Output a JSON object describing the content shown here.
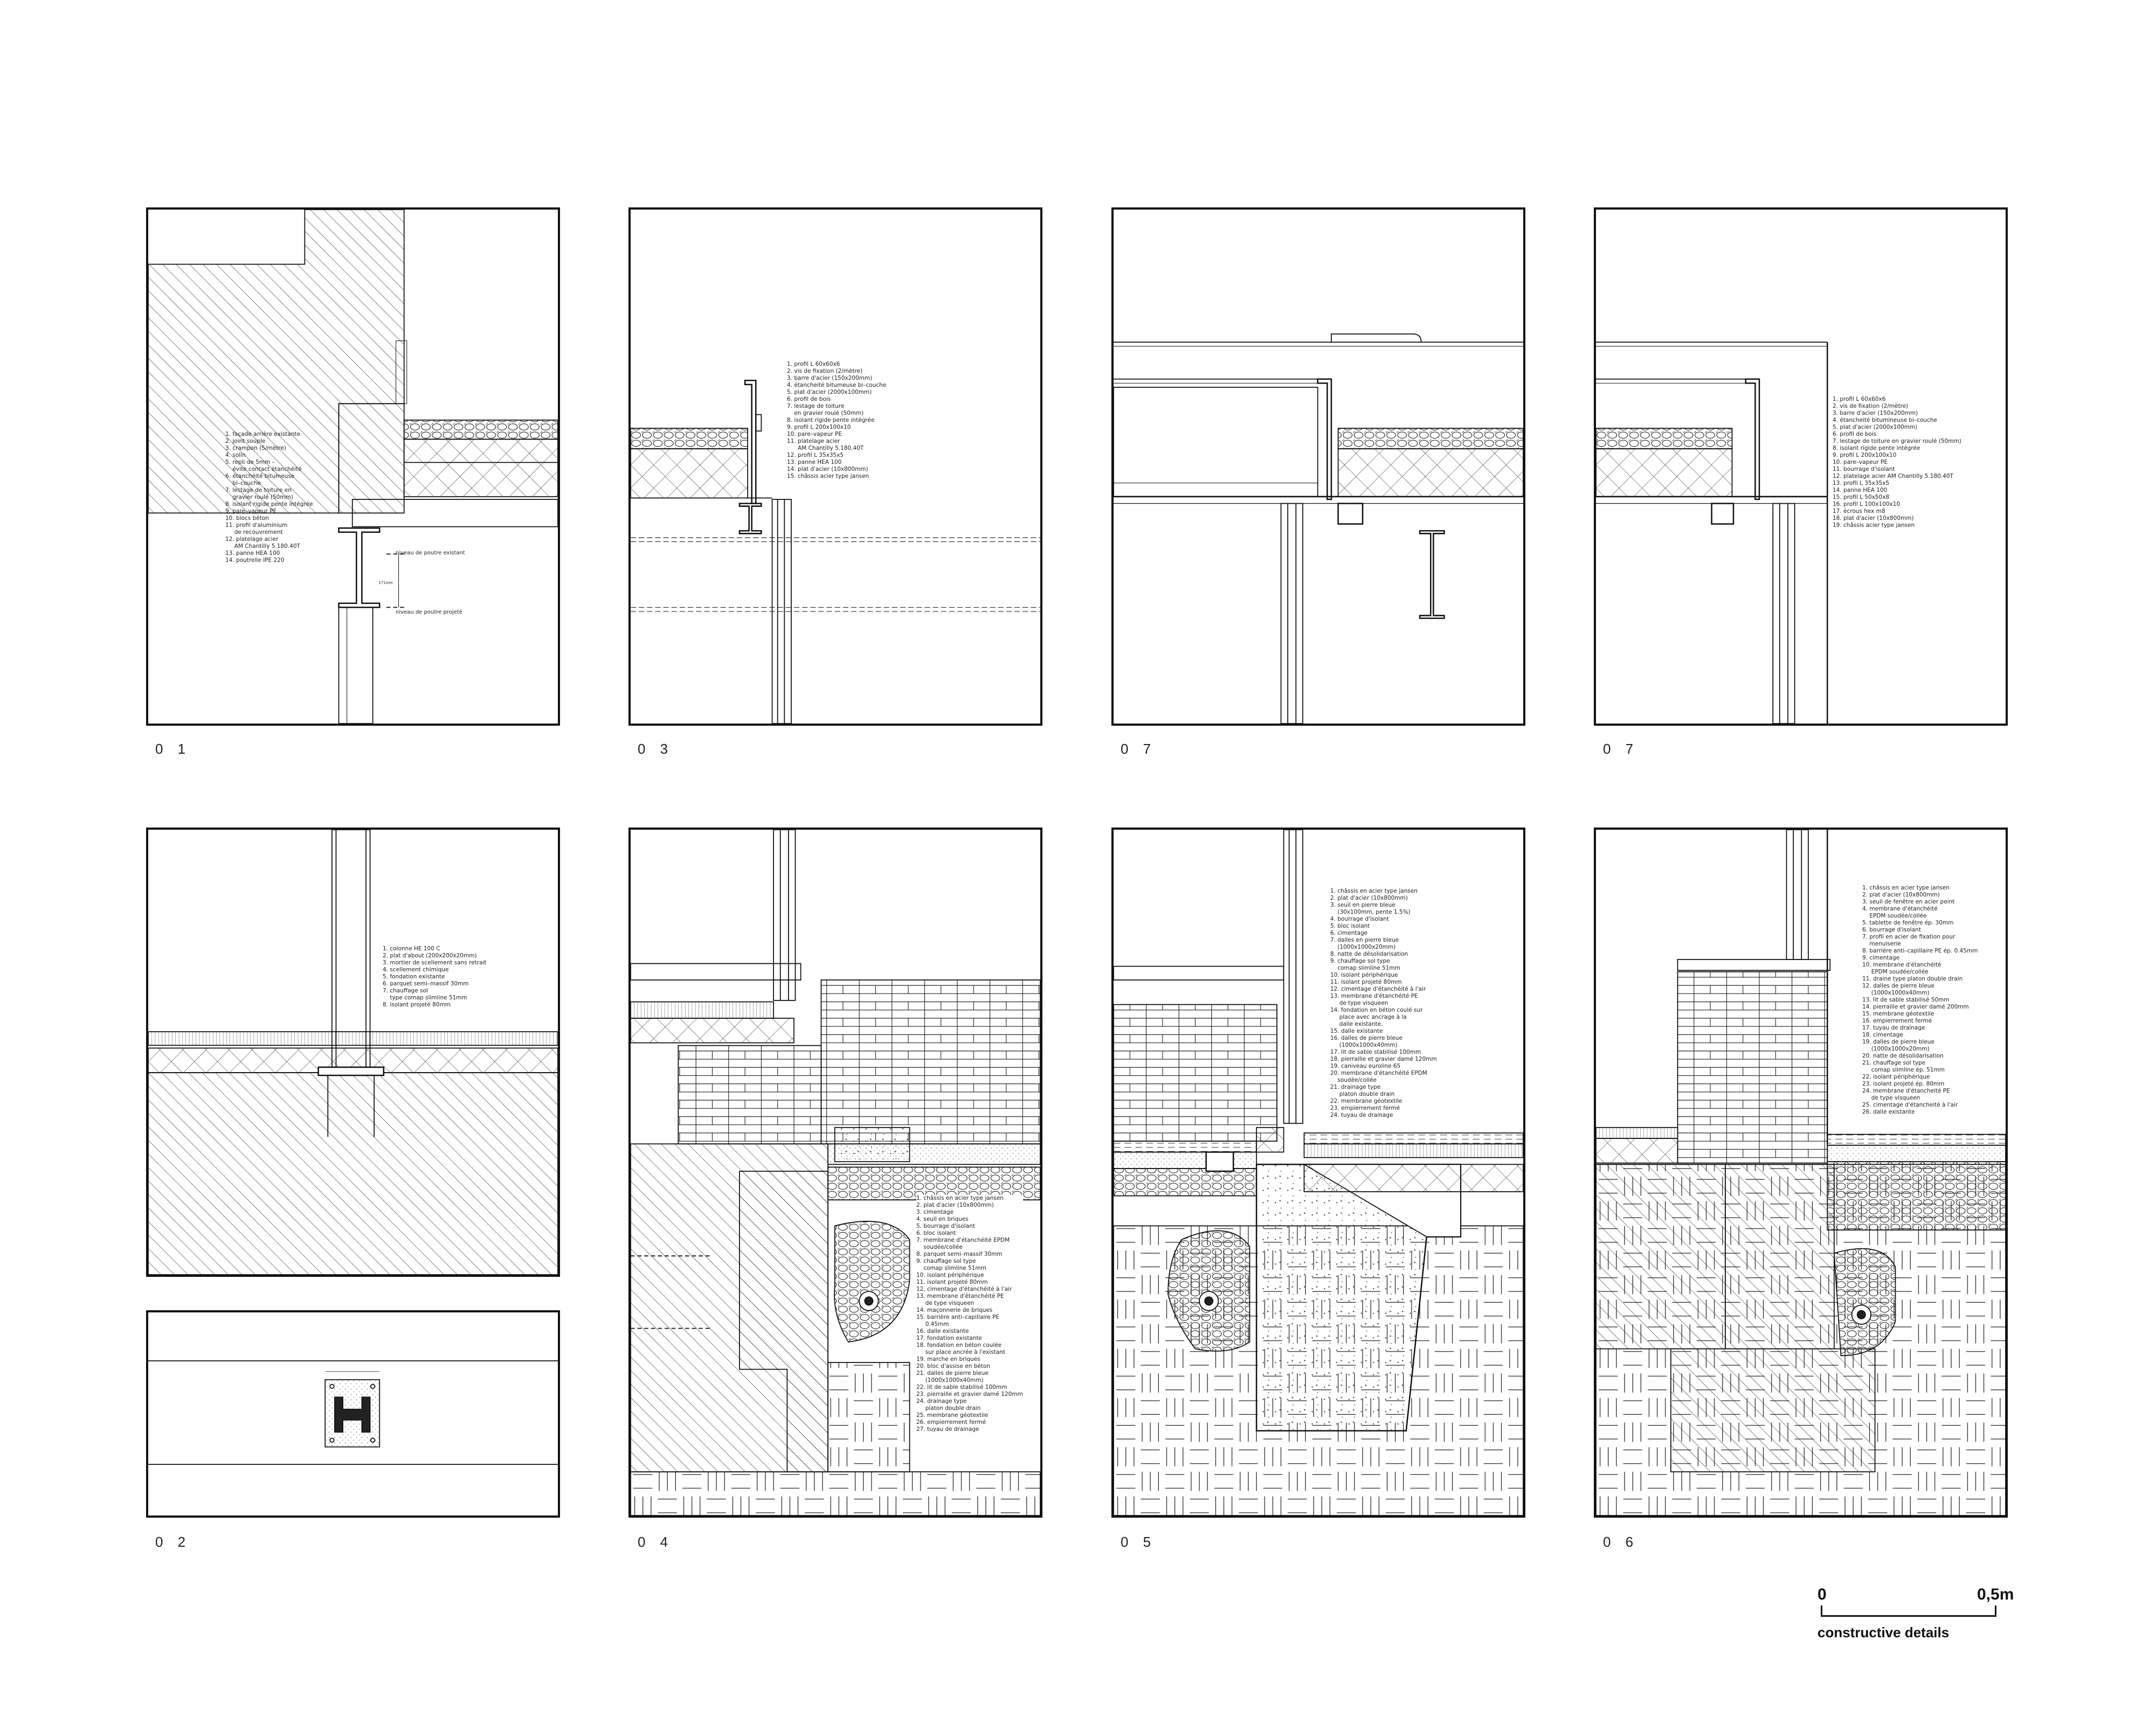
{
  "panels": {
    "p01": {
      "label": "0 1",
      "legend": [
        "1. façade arrière existante",
        "2. joint souple",
        "3. crampon (5/mètre)",
        "4. solin",
        "5. repli de 5mm –",
        "    évite contact étanchéité",
        "6. étanchéité bitumeuse",
        "    bi–couche",
        "7. lestage de toiture en",
        "    gravier roulé (50mm)",
        "8. isolant rigide pente intégrée",
        "9. pare–vapeur PE",
        "10. blocs béton",
        "11. profil d'aluminium",
        "     de recouvrement",
        "12. platelage acier",
        "     AM Chantilly 5.180.40T",
        "13. panne HEA 100",
        "14. poutrelle IPE 220"
      ],
      "notes": {
        "existing": "niveau de poutre existant",
        "projected": "niveau de poutre projeté",
        "dim": "171mm"
      }
    },
    "p03": {
      "label": "0 3",
      "legend": [
        "1. profil L 60x60x6",
        "2. vis de fixation (2/mètre)",
        "3. barre d'acier (150x200mm)",
        "4. étancheité bitumeuse bi–couche",
        "5. plat d'acier (2000x100mm)",
        "6. profil de bois",
        "7. lestage de toiture",
        "    en gravier roulé (50mm)",
        "8. isolant rigide pente intégrée",
        "9. profil L 200x100x10",
        "10. pare–vapeur PE",
        "11. platelage acier",
        "      AM Chantilly 5.180.40T",
        "12. profil L 35x35x5",
        "13. panne HEA 100",
        "14. plat d'acier (10x800mm)",
        "15. châssis acier type jansen"
      ]
    },
    "p07a": {
      "label": "0 7"
    },
    "p07b": {
      "label": "0 7",
      "legend": [
        "1. profil L 60x60x6",
        "2. vis de fixation (2/mètre)",
        "3. barre d'acier (150x200mm)",
        "4. étancheité bitumineuse bi–couche",
        "5. plat d'acier (2000x100mm)",
        "6. profil de bois",
        "7. lestage de toiture en gravier roulé (50mm)",
        "8. isolant rigide pente intégrée",
        "9. profil L 200x100x10",
        "10. pare–vapeur PE",
        "11. bourrage d'isolant",
        "12. platelage acier AM Chantilly 5.180.40T",
        "13. profil L 35x35x5",
        "14. panne HEA 100",
        "15. profil L 50x50x8",
        "16. profil L 100x100x10",
        "17. écrous hex m8",
        "18. plat d'acier (10x800mm)",
        "19. châssis acier type jansen"
      ]
    },
    "p02": {
      "label": "0 2",
      "legend": [
        "1. colonne HE 100 C",
        "2. plat d'about (200x200x20mm)",
        "3. mortier de scellement sans retrait",
        "4. scellement chimique",
        "5. fondation existante",
        "6. parquet semi–massif 30mm",
        "7. chauffage sol",
        "    type comap slimline 51mm",
        "8. isolant projeté 80mm"
      ]
    },
    "p04": {
      "label": "0 4",
      "legend": [
        "1. châssis en acier type jansen",
        "2. plat d'acier (10x800mm)",
        "3. cimentage",
        "4. seuil en briques",
        "5. bourrage d'isolant",
        "6. bloc isolant",
        "7. membrane d'étanchéité EPDM",
        "    soudée/collée",
        "8. parquet semi–massif 30mm",
        "9. chauffage sol type",
        "    comap slimline 51mm",
        "10. isolant périphérique",
        "11. isolant projeté 80mm",
        "12. cimentage d'étanchéité à l'air",
        "13. membrane d'étanchéité PE",
        "     de type visqueen",
        "14. maçonnerie de briques",
        "15. barrière anti–capillaire PE",
        "     0.45mm",
        "16. dalle existante",
        "17. fondation existante",
        "18. fondation en béton coulée",
        "     sur place ancrée à l'existant",
        "19. marche en briques",
        "20. bloc d'assise en béton",
        "21. dalles de pierre bleue",
        "     (1000x1000x40mm)",
        "22. lit de sable stabilisé 100mm",
        "23. pierraille et gravier damé 120mm",
        "24. drainage type",
        "     platon double drain",
        "25. membrane géotextile",
        "26. empierrement fermé",
        "27. tuyau de drainage"
      ]
    },
    "p05": {
      "label": "0 5",
      "legend": [
        "1. châssis en acier type jansen",
        "2. plat d'acier (10x800mm)",
        "3. seuil en pierre bleue",
        "    (30x100mm, pente 1.5%)",
        "4. bourrage d'isolant",
        "5. bloc isolant",
        "6. cimentage",
        "7. dalles en pierre bleue",
        "    (1000x1000x20mm)",
        "8. natte de désolidarisation",
        "9. chauffage sol type",
        "    comap slimline 51mm",
        "10. isolant périphérique",
        "11. isolant projeté 80mm",
        "12. cimentage d'étanchéité à l'air",
        "13. membrane d'étanchéité PE",
        "     de type visqueen",
        "14. fondation en béton coulé sur",
        "     place avec ancrage à la",
        "     dalle existante.",
        "15. dalle existante",
        "16. dalles de pierre bleue",
        "     (1000x1000x40mm)",
        "17. lit de sable stabilisé 100mm",
        "18. pierraille et gravier damé 120mm",
        "19. caniveau euroline 65",
        "20. membrane d'étanchéité EPDM",
        "    soudée/collée",
        "21. drainage type",
        "     platon double drain",
        "22. membrane géotextile",
        "23. empierrement fermé",
        "24. tuyau de drainage"
      ]
    },
    "p06": {
      "label": "0 6",
      "legend": [
        "1. châssis en acier type jansen",
        "2. plat d'acier (10x800mm)",
        "3. seuil de fenêtre en acier peint",
        "4. membrane d'étanchéité",
        "    EPDM soudée/collée",
        "5. tablette de fenêtre ép. 30mm",
        "6. bourrage d'isolant",
        "7. profil en acier de fixation pour",
        "    menuiserie",
        "8. barrière anti–capillaire PE ép. 0.45mm",
        "9. cimentage",
        "10. membrane d'étanchéité",
        "     EPDM soudée/collée",
        "11. draine type platon double drain",
        "12. dalles de pierre bleue",
        "     (1000x1000x40mm)",
        "13. lit de sable stabilisé 50mm",
        "14. pierraille et gravier damé 200mm",
        "15. membrane géotextile",
        "16. empierrement fermé",
        "17. tuyau de drainage",
        "18. cimentage",
        "19. dalles de pierre bleue",
        "     (1000x1000x20mm)",
        "20. natte de désolidarisation",
        "21. chauffage sol type",
        "     comap slimline ép. 51mm",
        "22. isolant périphérique",
        "23. isolant projeté ép. 80mm",
        "24. membrane d'étancheité PE",
        "     de type visqueen",
        "25. cimentage d'étancheité à l'air",
        "26. dalle existante"
      ]
    }
  },
  "scale": {
    "start": "0",
    "end": "0,5m",
    "caption": "constructive details"
  },
  "colors": {
    "ink": "#111111",
    "paper": "#ffffff"
  }
}
